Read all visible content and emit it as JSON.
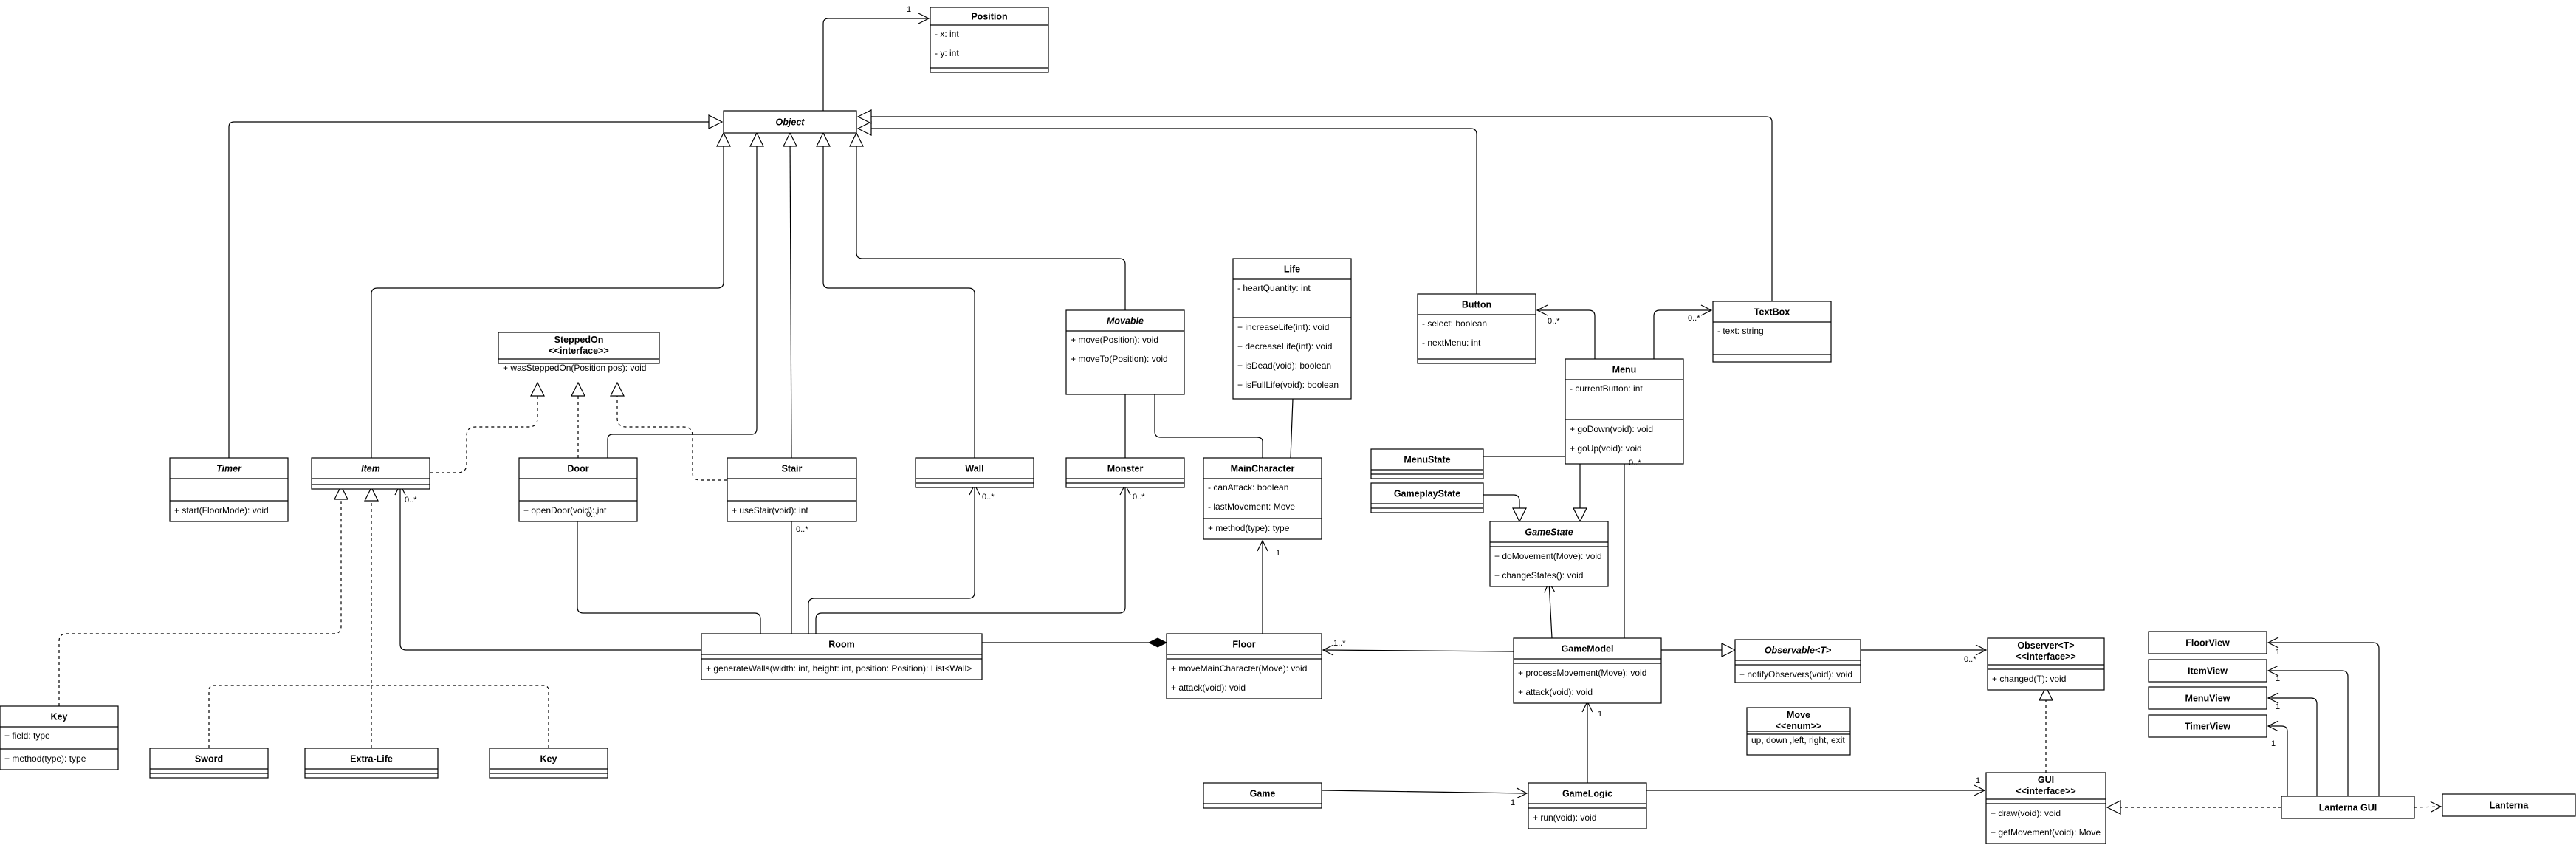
{
  "classes": {
    "position": {
      "name": "Position",
      "attrs": [
        "- x: int",
        "- y: int"
      ],
      "methods": []
    },
    "object": {
      "name": "Object",
      "attrs": [],
      "methods": []
    },
    "life": {
      "name": "Life",
      "attrs": [
        "- heartQuantity: int"
      ],
      "methods": [
        "+ increaseLife(int): void",
        "+ decreaseLife(int): void",
        "+ isDead(void): boolean",
        "+ isFullLife(void): boolean"
      ]
    },
    "button": {
      "name": "Button",
      "attrs": [
        "- select: boolean",
        "- nextMenu: int"
      ],
      "methods": []
    },
    "textbox": {
      "name": "TextBox",
      "attrs": [
        "- text: string"
      ],
      "methods": []
    },
    "menu": {
      "name": "Menu",
      "attrs": [
        "- currentButton: int"
      ],
      "methods": [
        "+ goDown(void): void",
        "+ goUp(void): void"
      ]
    },
    "movable": {
      "name": "Movable",
      "attrs": [
        "+ move(Position): void",
        "+ moveTo(Position): void"
      ],
      "methods": []
    },
    "steppedon": {
      "name": "SteppedOn",
      "stereo": "<<interface>>",
      "attrs": [
        "+ wasSteppedOn(Position pos): void"
      ],
      "methods": []
    },
    "timer": {
      "name": "Timer",
      "attrs": [],
      "methods": [
        "+ start(FloorMode): void"
      ]
    },
    "item": {
      "name": "Item",
      "attrs": [],
      "methods": []
    },
    "door": {
      "name": "Door",
      "attrs": [],
      "methods": [
        "+ openDoor(void): int"
      ]
    },
    "stair": {
      "name": "Stair",
      "attrs": [],
      "methods": [
        "+ useStair(void): int"
      ]
    },
    "wall": {
      "name": "Wall",
      "attrs": [],
      "methods": []
    },
    "monster": {
      "name": "Monster",
      "attrs": [],
      "methods": []
    },
    "maincharacter": {
      "name": "MainCharacter",
      "attrs": [
        "- canAttack: boolean",
        "- lastMovement: Move"
      ],
      "methods": [
        "+ method(type): type"
      ]
    },
    "menustate": {
      "name": "MenuState",
      "attrs": [],
      "methods": []
    },
    "gameplaystate": {
      "name": "GameplayState",
      "attrs": [],
      "methods": []
    },
    "gamestate": {
      "name": "GameState",
      "attrs": [],
      "methods": [
        "+ doMovement(Move): void",
        "+ changeStates(): void"
      ]
    },
    "room": {
      "name": "Room",
      "attrs": [],
      "methods": [
        "+ generateWalls(width: int, height: int, position: Position): List<Wall>"
      ]
    },
    "floor": {
      "name": "Floor",
      "attrs": [],
      "methods": [
        "+ moveMainCharacter(Move): void",
        "+ attack(void): void"
      ]
    },
    "gamemodel": {
      "name": "GameModel",
      "attrs": [],
      "methods": [
        "+ processMovement(Move): void",
        "+ attack(void): void"
      ]
    },
    "observable": {
      "name": "Observable<T>",
      "attrs": [],
      "methods": [
        "+ notifyObservers(void): void"
      ]
    },
    "observer": {
      "name": "Observer<T>",
      "stereo": "<<interface>>",
      "attrs": [],
      "methods": [
        "+ changed(T): void"
      ]
    },
    "move": {
      "name": "Move",
      "stereo": "<<enum>>",
      "attrs": [
        "up, down ,left, right, exit"
      ],
      "methods": []
    },
    "key1": {
      "name": "Key",
      "attrs": [
        "+ field: type"
      ],
      "methods": [
        "+ method(type): type"
      ]
    },
    "sword": {
      "name": "Sword",
      "attrs": [],
      "methods": []
    },
    "extralife": {
      "name": "Extra-Life",
      "attrs": [],
      "methods": []
    },
    "key2": {
      "name": "Key",
      "attrs": [],
      "methods": []
    },
    "game": {
      "name": "Game",
      "attrs": [],
      "methods": []
    },
    "gamelogic": {
      "name": "GameLogic",
      "attrs": [],
      "methods": [
        "+ run(void): void"
      ]
    },
    "gui": {
      "name": "GUI",
      "stereo": "<<interface>>",
      "attrs": [],
      "methods": [
        "+ draw(void): void",
        "+ getMovement(void): Move"
      ]
    },
    "floorview": {
      "name": "FloorView",
      "attrs": [],
      "methods": []
    },
    "itemview": {
      "name": "ItemView",
      "attrs": [],
      "methods": []
    },
    "menuview": {
      "name": "MenuView",
      "attrs": [],
      "methods": []
    },
    "timerview": {
      "name": "TimerView",
      "attrs": [],
      "methods": []
    },
    "lanternagui": {
      "name": "Lanterna GUI",
      "attrs": [],
      "methods": []
    },
    "lanterna": {
      "name": "Lanterna",
      "attrs": [],
      "methods": []
    }
  },
  "multiplicities": {
    "m_position": "1",
    "m_button": "0..*",
    "m_textbox": "0..*",
    "m_menu": "0..*",
    "m_item": "0..*",
    "m_door": "0..*",
    "m_stair": "0..*",
    "m_wall": "0..*",
    "m_monster": "0..*",
    "m_maincharacter": "1",
    "m_floor": "1..*",
    "m_observer": "0..*",
    "m_gamemodel": "1",
    "m_game": "1",
    "m_gui": "1",
    "m_floorview": "1",
    "m_itemview": "1",
    "m_menuview": "1",
    "m_timerview": "1"
  }
}
